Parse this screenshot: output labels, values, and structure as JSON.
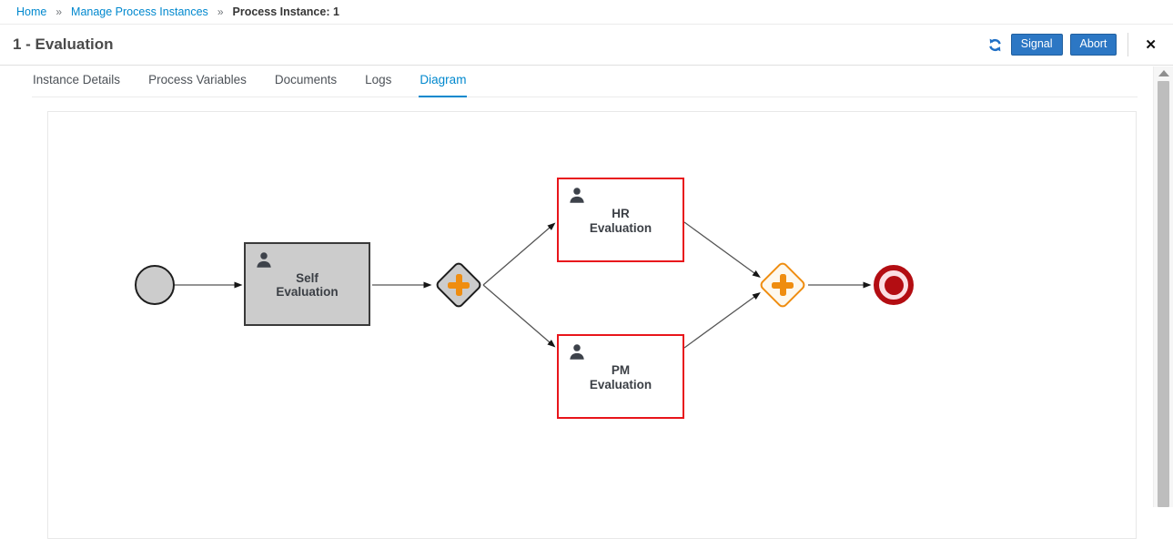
{
  "breadcrumb": {
    "separator": "»",
    "items": [
      {
        "label": "Home"
      },
      {
        "label": "Manage Process Instances"
      },
      {
        "label": "Process Instance: 1"
      }
    ]
  },
  "header": {
    "title": "1 - Evaluation",
    "signal_button": "Signal",
    "abort_button": "Abort",
    "close_icon": "✕",
    "refresh_icon": "refresh-icon"
  },
  "tabs": {
    "items": [
      {
        "label": "Instance Details",
        "active": false
      },
      {
        "label": "Process Variables",
        "active": false
      },
      {
        "label": "Documents",
        "active": false
      },
      {
        "label": "Logs",
        "active": false
      },
      {
        "label": "Diagram",
        "active": true
      }
    ]
  },
  "diagram": {
    "type": "bpmn-process-instance",
    "nodes": [
      {
        "id": "start-event",
        "kind": "start-event",
        "label": "",
        "state": "completed"
      },
      {
        "id": "self-evaluation",
        "kind": "user-task",
        "label": "Self Evaluation",
        "state": "completed"
      },
      {
        "id": "parallel-gateway-split",
        "kind": "parallel-gateway",
        "label": "",
        "state": "completed"
      },
      {
        "id": "hr-evaluation",
        "kind": "user-task",
        "label": "HR Evaluation",
        "state": "active"
      },
      {
        "id": "pm-evaluation",
        "kind": "user-task",
        "label": "PM Evaluation",
        "state": "active"
      },
      {
        "id": "parallel-gateway-join",
        "kind": "parallel-gateway",
        "label": "",
        "state": "pending"
      },
      {
        "id": "end-event",
        "kind": "end-event",
        "label": "",
        "state": "pending"
      }
    ],
    "edges": [
      {
        "from": "start-event",
        "to": "self-evaluation"
      },
      {
        "from": "self-evaluation",
        "to": "parallel-gateway-split"
      },
      {
        "from": "parallel-gateway-split",
        "to": "hr-evaluation"
      },
      {
        "from": "parallel-gateway-split",
        "to": "pm-evaluation"
      },
      {
        "from": "hr-evaluation",
        "to": "parallel-gateway-join"
      },
      {
        "from": "pm-evaluation",
        "to": "parallel-gateway-join"
      },
      {
        "from": "parallel-gateway-join",
        "to": "end-event"
      }
    ],
    "colors": {
      "completed_fill": "#cccccc",
      "completed_border": "#1d1d1d",
      "active_task_border": "#e8151b",
      "gateway_plus_orange": "#ef8d10",
      "pending_gateway_fill": "#fdf8ee",
      "end_event_red": "#b30d12",
      "end_event_pink": "#fbdfe3",
      "connector": "#555555"
    }
  },
  "colors": {
    "accent_blue": "#0088ce",
    "button_blue": "#2c77c4"
  }
}
